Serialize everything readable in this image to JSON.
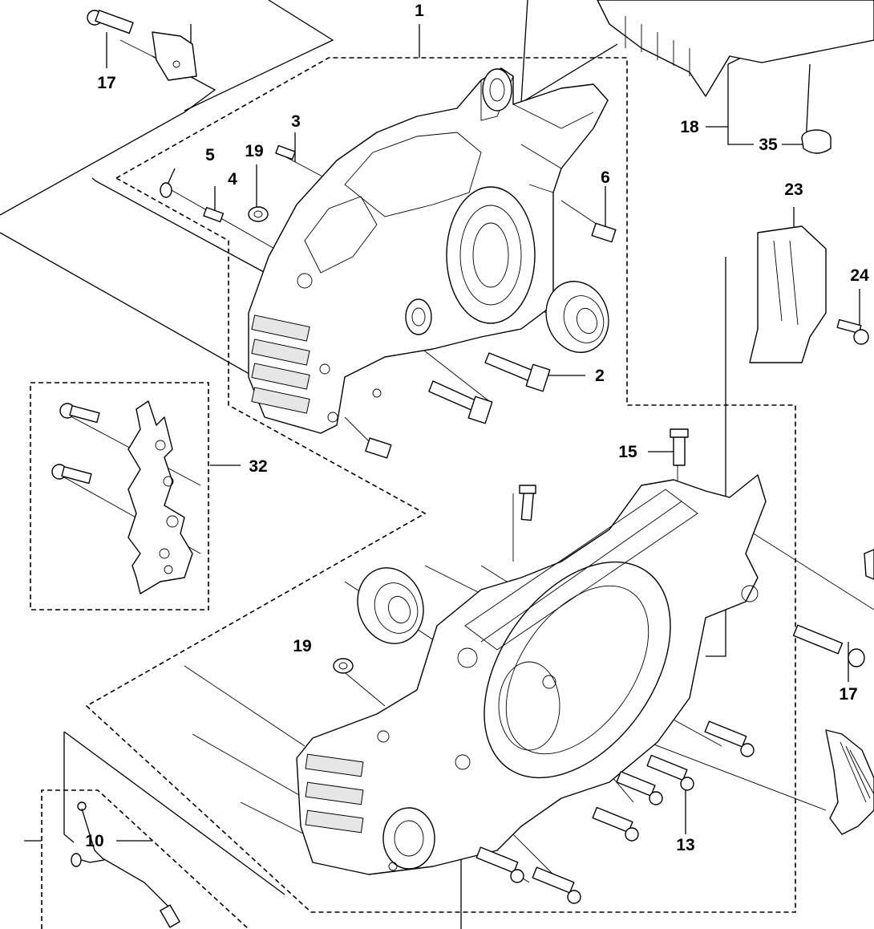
{
  "labels": {
    "l1": "1",
    "l2": "2",
    "l3": "3",
    "l4": "4",
    "l5": "5",
    "l6": "6",
    "l10": "10",
    "l13": "13",
    "l15": "15",
    "l17a": "17",
    "l17b": "17",
    "l18": "18",
    "l19a": "19",
    "l19b": "19",
    "l23": "23",
    "l24": "24",
    "l32": "32",
    "l35": "35"
  }
}
